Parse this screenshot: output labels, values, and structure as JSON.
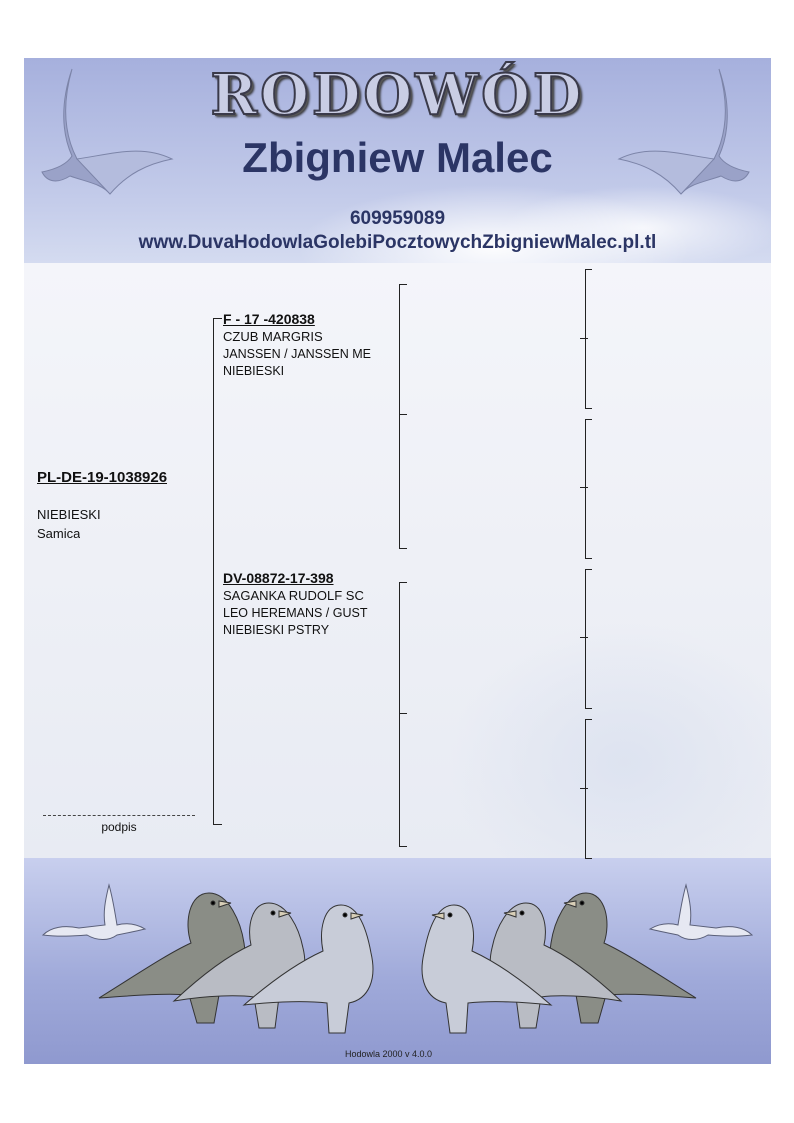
{
  "header": {
    "title": "RODOWÓD",
    "breeder_name": "Zbigniew Malec",
    "phone": "609959089",
    "website": "www.DuvaHodowlaGolebiPocztowychZbigniewMalec.pl.tl"
  },
  "subject": {
    "ring": "PL-DE-19-1038926",
    "color": "NIEBIESKI",
    "sex": "Samica"
  },
  "father": {
    "ring": "F - 17 -420838",
    "name": "CZUB MARGRIS",
    "line": "JANSSEN / JANSSEN ME",
    "color": "NIEBIESKI"
  },
  "mother": {
    "ring": "DV-08872-17-398",
    "name": "SAGANKA RUDOLF SC",
    "line": "LEO HEREMANS / GUST",
    "color": "NIEBIESKI PSTRY"
  },
  "signature": {
    "label": "podpis"
  },
  "footer": {
    "version": "Hodowla 2000 v 4.0.0"
  },
  "colors": {
    "header_text": "#2b3565",
    "banner_blue": "#a6b0dd"
  }
}
